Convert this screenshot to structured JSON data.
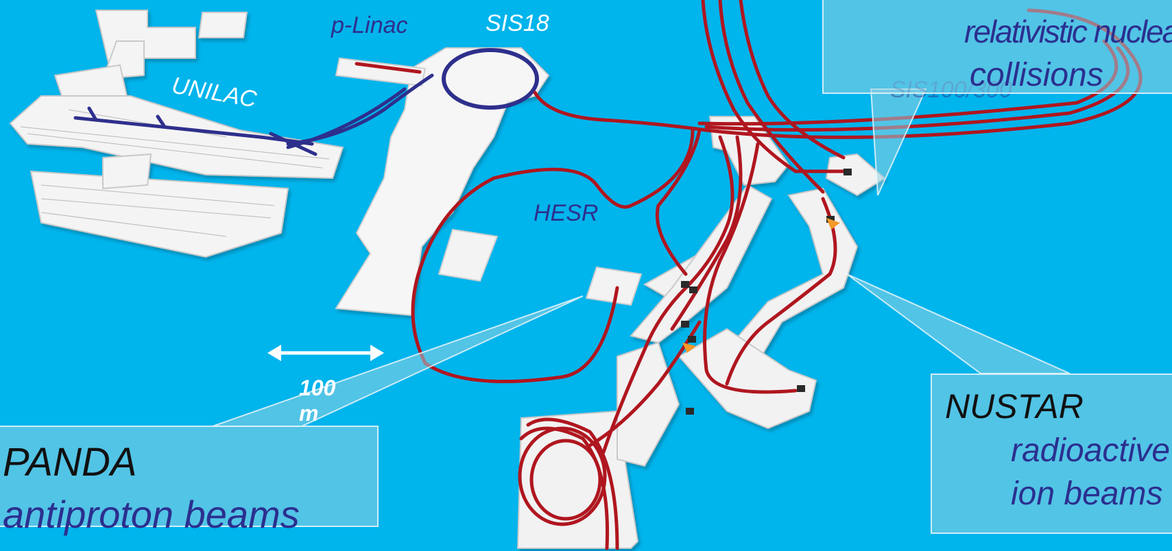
{
  "labels": {
    "p_linac": "p-Linac",
    "sis18": "SIS18",
    "unilac": "UNILAC",
    "hesr": "HESR",
    "sis100": "SIS100/300",
    "scale": "100 m"
  },
  "callouts": {
    "panda": {
      "title": "PANDA",
      "subtitle": "antiproton beams"
    },
    "nustar": {
      "title": "NUSTAR",
      "line1": "radioactive",
      "line2": "ion beams"
    },
    "cbm": {
      "line1": "relativistic nuclear",
      "line2": "collisions"
    }
  },
  "colors": {
    "background": "#00b4ec",
    "beamline_blue": "#2e2f8c",
    "beamline_red": "#b0161f",
    "building": "#f4f4f4",
    "callout_title": "#111111",
    "callout_subtitle": "#2b2f8f"
  }
}
